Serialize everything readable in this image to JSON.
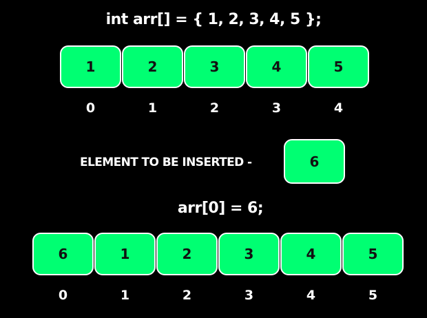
{
  "top_title": "int arr[] = { 1, 2, 3, 4, 5 };",
  "array_before": {
    "values": [
      "1",
      "2",
      "3",
      "4",
      "5"
    ],
    "indices": [
      "0",
      "1",
      "2",
      "3",
      "4"
    ]
  },
  "insert": {
    "label": "ELEMENT TO BE INSERTED -",
    "value": "6"
  },
  "bottom_title": "arr[0] = 6;",
  "array_after": {
    "values": [
      "6",
      "1",
      "2",
      "3",
      "4",
      "5"
    ],
    "indices": [
      "0",
      "1",
      "2",
      "3",
      "4",
      "5"
    ]
  },
  "colors": {
    "background": "#000000",
    "cell_fill": "#00ff72",
    "cell_border": "#ffffff",
    "cell_text": "#111111",
    "label_text": "#ffffff"
  }
}
